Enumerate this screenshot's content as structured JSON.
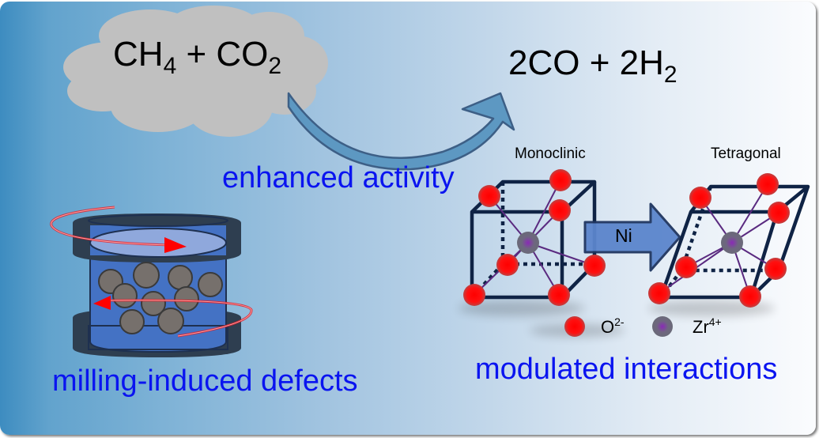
{
  "reaction": {
    "reactants": {
      "a": "CH",
      "a_sub": "4",
      "plus": " + ",
      "b": "CO",
      "b_sub": "2"
    },
    "products": {
      "a": "2CO",
      "plus": " + ",
      "b": "2H",
      "b_sub": "2"
    }
  },
  "labels": {
    "activity": "enhanced activity",
    "milling": "milling-induced defects",
    "interactions": "modulated interactions"
  },
  "structures": {
    "left_title": "Monoclinic",
    "right_title": "Tetragonal",
    "transform_label": "Ni"
  },
  "legend": [
    {
      "ion": "O",
      "charge": "2-",
      "color": "#ff1a1a",
      "icon": "oxygen-ion-icon"
    },
    {
      "ion": "Zr",
      "charge": "4+",
      "color": "#7a5aa0",
      "icon": "zirconium-ion-icon"
    }
  ],
  "colors": {
    "text_blue": "#0a14f0",
    "cloud": "#c0c0c0",
    "arrow": "#5b95c0",
    "lattice": "#0f2345",
    "ni_arrow": "#5b85cc",
    "jar": "#4472c4",
    "ball": "#76706c",
    "rotation": "#e0202a"
  }
}
